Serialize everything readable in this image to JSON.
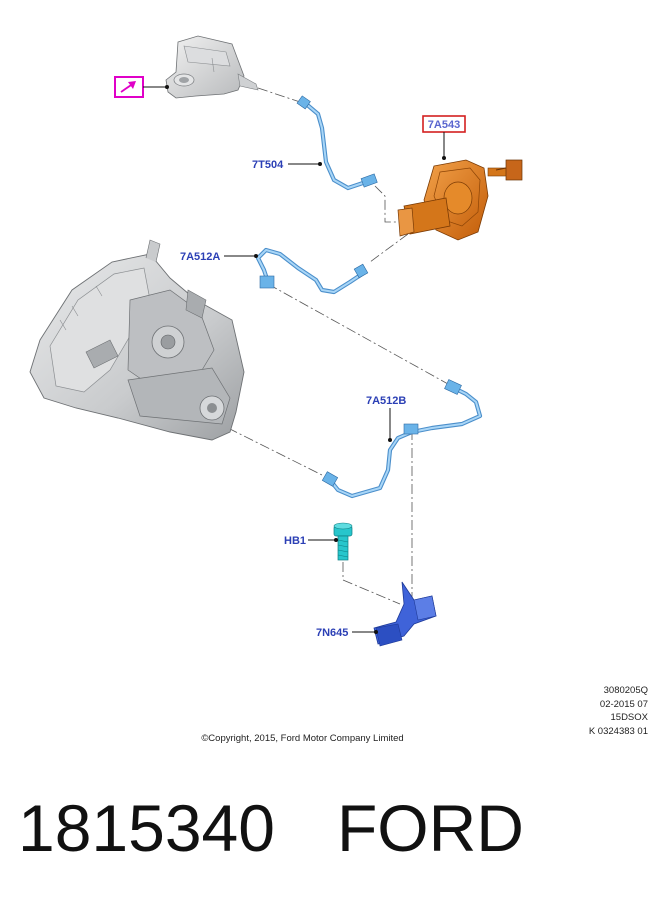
{
  "callouts": {
    "reservoir_link": "",
    "pipe_upper": "7T504",
    "slave_cylinder": "7A543",
    "pipe_left": "7A512A",
    "pipe_right": "7A512B",
    "bolt": "HB1",
    "bracket": "7N645"
  },
  "reference": {
    "line1": "3080205Q",
    "line2": "02-2015 07",
    "line3": "15DSOX",
    "line4": "K 0324383 01"
  },
  "copyright": "©Copyright, 2015, Ford Motor Company Limited",
  "footer": {
    "part_number": "1815340",
    "brand": "FORD"
  },
  "colors": {
    "callout_text": "#2b3fb5",
    "link_box": "#e000c8",
    "highlight_box": "#d42020",
    "pipe": "#6ab3e8",
    "slave_cylinder": "#e07a18",
    "bracket": "#3f63d9",
    "bolt": "#27c6cc",
    "gearbox": "#c9cbcd"
  },
  "icons": {
    "reservoir_link": "arrow-link-icon"
  }
}
